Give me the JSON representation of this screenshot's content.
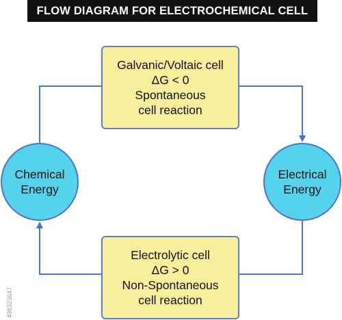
{
  "title": "FLOW DIAGRAM FOR ELECTROCHEMICAL CELL",
  "galvanic": {
    "line1": "Galvanic/Voltaic cell",
    "line2": "ΔG < 0",
    "line3": "Spontaneous",
    "line4": "cell reaction"
  },
  "electrolytic": {
    "line1": "Electrolytic cell",
    "line2": "ΔG > 0",
    "line3": "Non-Spontaneous",
    "line4": "cell reaction"
  },
  "chemical": {
    "line1": "Chemical",
    "line2": "Energy"
  },
  "electrical": {
    "line1": "Electrical",
    "line2": "Energy"
  },
  "stock_id": "498323647",
  "colors": {
    "box_fill": "#f8ef9c",
    "circle_fill": "#55d3ed",
    "line": "#4a74cf"
  }
}
